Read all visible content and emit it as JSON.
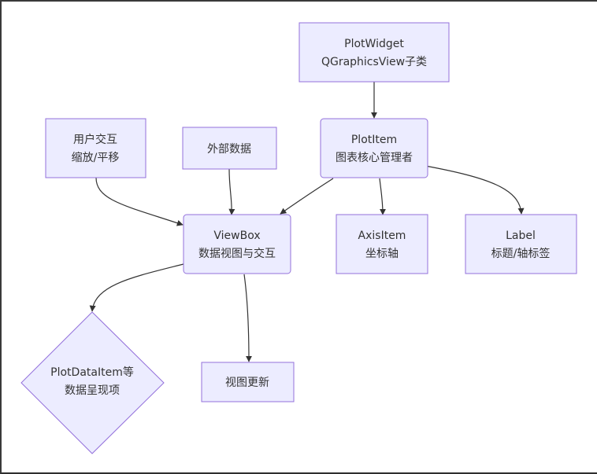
{
  "nodes": {
    "plotwidget": {
      "line1": "PlotWidget",
      "line2": "QGraphicsView子类"
    },
    "user": {
      "line1": "用户交互",
      "line2": "缩放/平移"
    },
    "external": {
      "line1": "外部数据"
    },
    "plotitem": {
      "line1": "PlotItem",
      "line2": "图表核心管理者"
    },
    "viewbox": {
      "line1": "ViewBox",
      "line2": "数据视图与交互"
    },
    "axisitem": {
      "line1": "AxisItem",
      "line2": "坐标轴"
    },
    "label": {
      "line1": "Label",
      "line2": "标题/轴标签"
    },
    "plotdataitem": {
      "line1": "PlotDataItem等",
      "line2": "数据呈现项"
    },
    "update": {
      "line1": "视图更新"
    }
  },
  "colors": {
    "node_fill": "#ececff",
    "node_stroke": "#9370db",
    "edge": "#333333",
    "text": "#333333"
  }
}
